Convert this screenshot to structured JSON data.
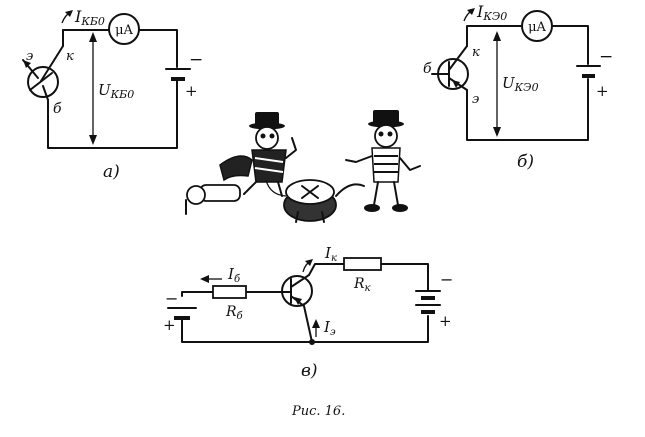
{
  "diagram_a": {
    "current_label": "I",
    "current_subscript": "КБ0",
    "meter_label": "μA",
    "voltage_label": "U",
    "voltage_subscript": "КБ0",
    "terminal_emitter": "э",
    "terminal_collector": "к",
    "terminal_base": "б",
    "battery_minus": "−",
    "battery_plus": "+",
    "caption": "а)"
  },
  "diagram_b": {
    "current_label": "I",
    "current_subscript": "КЭ0",
    "meter_label": "μA",
    "voltage_label": "U",
    "voltage_subscript": "КЭ0",
    "terminal_base": "б",
    "terminal_collector": "к",
    "terminal_emitter": "э",
    "battery_minus": "−",
    "battery_plus": "+",
    "caption": "б)"
  },
  "diagram_c": {
    "base_current_label": "I",
    "base_current_subscript": "б",
    "collector_current_label": "I",
    "collector_current_subscript": "к",
    "emitter_current_label": "I",
    "emitter_current_subscript": "э",
    "base_resistor_label": "R",
    "base_resistor_subscript": "б",
    "collector_resistor_label": "R",
    "collector_resistor_subscript": "к",
    "left_battery_minus": "−",
    "left_battery_plus": "+",
    "right_battery_minus": "−",
    "right_battery_plus": "+",
    "caption": "в)"
  },
  "figure_caption": "Рис. 16."
}
